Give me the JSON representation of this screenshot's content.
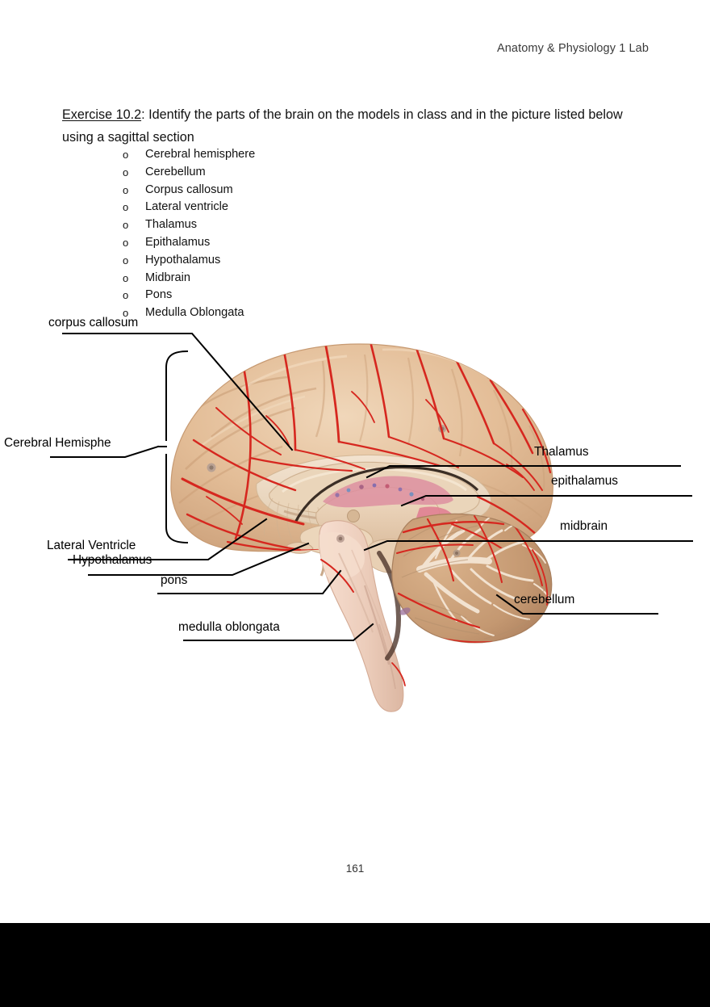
{
  "header": {
    "course_title": "Anatomy & Physiology 1 Lab"
  },
  "exercise": {
    "label": "Exercise 10.2",
    "prompt": ":  Identify the parts of the brain on the models in class and in the picture listed below using a sagittal section"
  },
  "parts_list": {
    "bullet_glyph": "o",
    "items": [
      "Cerebral hemisphere",
      "Cerebellum",
      "Corpus callosum",
      "Lateral ventricle",
      "Thalamus",
      "Epithalamus",
      "Hypothalamus",
      "Midbrain",
      "Pons",
      "Medulla Oblongata"
    ]
  },
  "figure": {
    "caption_labels": {
      "corpus_callosum": "corpus callosum",
      "cerebral_hemisphere": "Cerebral Hemisphe",
      "lateral_ventricle": "Lateral Ventricle",
      "hypothalamus": "Hypothalamus",
      "pons": "pons",
      "medulla_oblongata": "medulla oblongata",
      "thalamus": "Thalamus",
      "epithalamus": "epithalamus",
      "midbrain": "midbrain",
      "cerebellum": "cerebellum"
    },
    "colors": {
      "cortex": "#e3bd97",
      "cortex_light": "#eed3b4",
      "cortex_shadow": "#cfa37c",
      "white_matter": "#ecd9c2",
      "corpus_callosum": "#e6cfb4",
      "brainstem": "#f0d3c4",
      "cerebellum": "#c99d76",
      "arbor_vitae": "#f2e2d0",
      "artery": "#d6271f",
      "choroid_plexus": "#d98a9a",
      "choroid_detail": "#8f6fa8",
      "leader_line": "#000000"
    }
  },
  "footer": {
    "page_number": "161"
  }
}
